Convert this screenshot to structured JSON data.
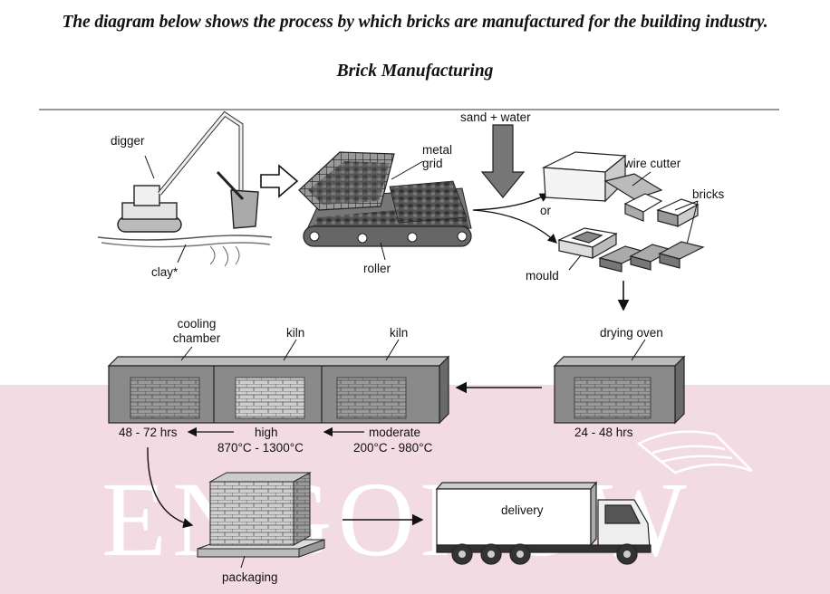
{
  "intro": "The diagram below shows the process by which bricks are manufactured for the building industry.",
  "title": "Brick Manufacturing",
  "labels": {
    "digger": "digger",
    "clay": "clay*",
    "metal_grid": "metal\ngrid",
    "roller": "roller",
    "sand_water": "sand + water",
    "wire_cutter": "wire cutter",
    "or": "or",
    "bricks": "bricks",
    "mould": "mould",
    "drying_oven": "drying oven",
    "drying_time": "24 - 48 hrs",
    "cooling_chamber": "cooling\nchamber",
    "kiln_high": "kiln",
    "kiln_moderate": "kiln",
    "cooling_time": "48 - 72 hrs",
    "high": "high",
    "high_temp": "870°C - 1300°C",
    "moderate": "moderate",
    "moderate_temp": "200°C - 980°C",
    "packaging": "packaging",
    "delivery": "delivery"
  },
  "watermark": "ENGONOW",
  "colors": {
    "band": "#f2dce4",
    "watermark": "#ffffff",
    "box_fill": "#8a8a8a",
    "brick_fill": "#d0d0d0"
  }
}
